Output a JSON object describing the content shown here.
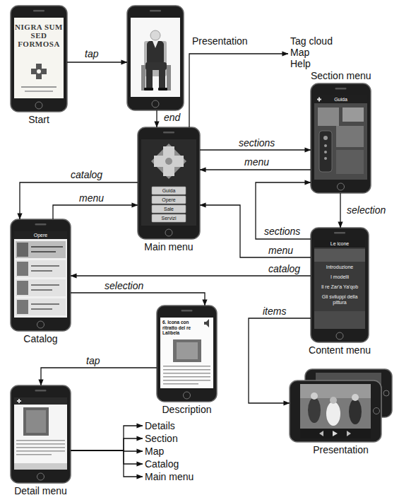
{
  "diagram": {
    "nodes": [
      {
        "text": [
          "Start",
          "NIGRA SUM SED FORMOSA"
        ]
      },
      {
        "text": [
          "Presentation"
        ]
      },
      {
        "text": [
          "Tag cloud",
          "Map",
          "Help"
        ]
      },
      {
        "text": [
          "Section menu",
          "Guida"
        ]
      },
      {
        "text": [
          "Main menu",
          "Guida",
          "Opere",
          "Sale",
          "Servizi"
        ]
      },
      {
        "text": [
          "Catalog",
          "Opere"
        ]
      },
      {
        "text": [
          "Content menu",
          "Le icone",
          "Introduzione",
          "I modelli",
          "Il re Zar'a Ya'qob",
          "Gli sviluppi della pittura"
        ]
      },
      {
        "text": [
          "Description",
          "6. Icona con ritratto del re Lalibela"
        ]
      },
      {
        "text": [
          "Presentation"
        ]
      },
      {
        "text": [
          "Detail menu"
        ]
      },
      {
        "text": [
          "Details"
        ]
      },
      {
        "text": [
          "Section"
        ]
      },
      {
        "text": [
          "Map"
        ]
      },
      {
        "text": [
          "Catalog"
        ]
      },
      {
        "text": [
          "Main menu"
        ]
      }
    ],
    "edges": [
      {
        "from": 0,
        "to": 1,
        "label": "tap",
        "arrow": "to"
      },
      {
        "from": 1,
        "to": 4,
        "label": "end",
        "arrow": "to"
      },
      {
        "from": 4,
        "to": 2,
        "arrow": "to"
      },
      {
        "from": 4,
        "to": 3,
        "label": "sections",
        "arrow": "to"
      },
      {
        "from": 3,
        "to": 4,
        "label": "menu",
        "arrow": "to"
      },
      {
        "from": 3,
        "to": 6,
        "label": "selection",
        "arrow": "to"
      },
      {
        "from": 6,
        "to": 3,
        "label": "sections",
        "arrow": "to"
      },
      {
        "from": 6,
        "to": 4,
        "label": "menu",
        "arrow": "to"
      },
      {
        "from": 6,
        "to": 5,
        "label": "catalog",
        "arrow": "to"
      },
      {
        "from": 6,
        "to": 8,
        "label": "items",
        "arrow": "to"
      },
      {
        "from": 4,
        "to": 5,
        "label": "catalog",
        "arrow": "to"
      },
      {
        "from": 5,
        "to": 4,
        "label": "menu",
        "arrow": "to"
      },
      {
        "from": 5,
        "to": 7,
        "label": "selection",
        "arrow": "to"
      },
      {
        "from": 7,
        "to": 9,
        "label": "tap",
        "arrow": "to"
      },
      {
        "from": 9,
        "to": 10,
        "arrow": "to"
      },
      {
        "from": 9,
        "to": 11,
        "arrow": "to"
      },
      {
        "from": 9,
        "to": 12,
        "arrow": "to"
      },
      {
        "from": 9,
        "to": 13,
        "arrow": "to"
      },
      {
        "from": 9,
        "to": 14,
        "arrow": "to"
      }
    ]
  }
}
